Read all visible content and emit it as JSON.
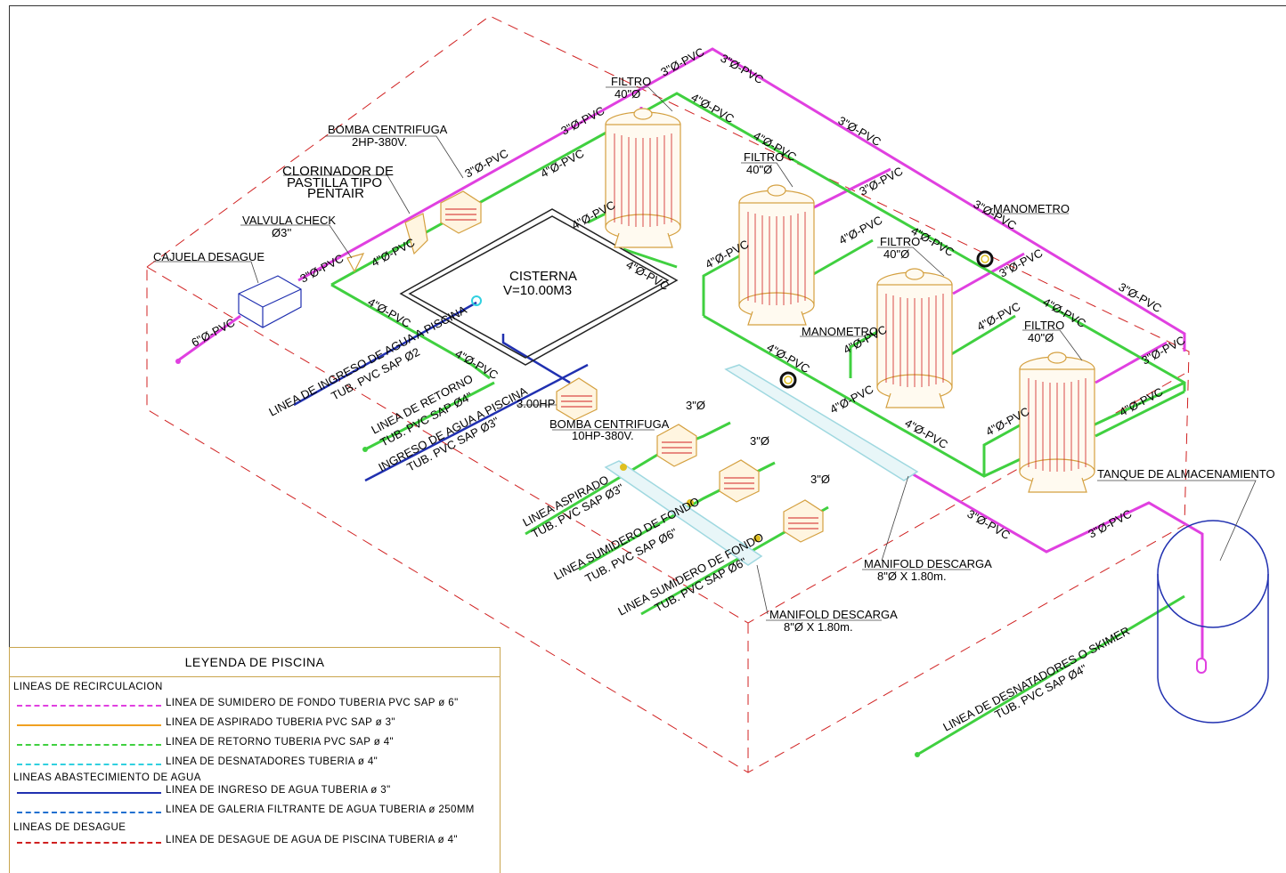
{
  "labels": {
    "filtro1": "FILTRO",
    "filtro1_size": "40\"Ø",
    "filtro2": "FILTRO",
    "filtro2_size": "40\"Ø",
    "filtro3": "FILTRO",
    "filtro3_size": "40\"Ø",
    "filtro4": "FILTRO",
    "filtro4_size": "40\"Ø",
    "bomba_small": "BOMBA CENTRIFUGA",
    "bomba_small_spec": "2HP-380V.",
    "clorinador_1": "CLORINADOR DE",
    "clorinador_2": "PASTILLA TIPO",
    "clorinador_3": "PENTAIR",
    "valvula": "VALVULA CHECK",
    "valvula_size": "Ø3''",
    "cajuela": "CAJUELA DESAGUE",
    "cisterna": "CISTERNA",
    "cisterna_vol": "V=10.00M3",
    "manometro1": "MANOMETRO",
    "manometro2": "MANOMETRO",
    "bomba_big": "BOMBA CENTRIFUGA",
    "bomba_big_spec": "10HP-380V.",
    "hp300": "3.00HP",
    "tanque": "TANQUE DE ALMACENAMIENTO",
    "manifold1": "MANIFOLD DESCARGA",
    "manifold1_size": "8\"Ø X 1.80m.",
    "manifold2": "MANIFOLD DESCARGA",
    "manifold2_size": "8\"Ø X 1.80m.",
    "pvc3": "3\"Ø-PVC",
    "pvc4": "4\"Ø-PVC",
    "pvc6": "6\"Ø-PVC",
    "d3": "3\"Ø",
    "ingreso_1": "LINEA DE INGRESO DE AGUA A PISCINA",
    "ingreso_2": "TUB. PVC SAP Ø2",
    "retorno_1": "LINEA DE RETORNO",
    "retorno_2": "TUB. PVC SAP Ø4\"",
    "ingreso3_1": "INGRESO DE AGUA A PISCINA",
    "ingreso3_2": "TUB. PVC SAP Ø3\"",
    "aspirado_1": "LINEA ASPIRADO",
    "aspirado_2": "TUB. PVC SAP Ø3\"",
    "sumidero1_1": "LINEA SUMIDERO DE FONDO",
    "sumidero1_2": "TUB. PVC SAP Ø6\"",
    "sumidero2_1": "LINEA SUMIDERO DE FONDO",
    "sumidero2_2": "TUB. PVC SAP Ø6\"",
    "desnatadores_1": "LINEA DE DESNATADORES O SKIMER",
    "desnatadores_2": "TUB. PVC SAP Ø4\""
  },
  "legend": {
    "title": "LEYENDA DE PISCINA",
    "group1": "LINEAS DE RECIRCULACION",
    "group2": "LINEAS ABASTECIMIENTO DE AGUA",
    "group3": "LINEAS DE DESAGUE",
    "rows": [
      {
        "text": "LINEA DE SUMIDERO DE FONDO TUBERIA PVC SAP ø 6\"",
        "color": "#e040e0",
        "style": "dashdot"
      },
      {
        "text": "LINEA DE ASPIRADO TUBERIA PVC SAP ø 3\"",
        "color": "#f0a020",
        "style": "solid"
      },
      {
        "text": "LINEA DE RETORNO TUBERIA PVC SAP ø 4\"",
        "color": "#40d040",
        "style": "dashdot"
      },
      {
        "text": "LINEA DE DESNATADORES TUBERIA ø 4\"",
        "color": "#30d0e0",
        "style": "dashdot"
      },
      {
        "text": "LINEA DE INGRESO DE AGUA TUBERIA ø 3\"",
        "color": "#2030b0",
        "style": "solid"
      },
      {
        "text": "LINEA DE GALERIA FILTRANTE DE AGUA TUBERIA ø 250MM",
        "color": "#2070d0",
        "style": "dashed"
      },
      {
        "text": "LINEA DE DESAGUE DE AGUA DE PISCINA TUBERIA ø 4\"",
        "color": "#d02020",
        "style": "dashed"
      }
    ]
  },
  "colors": {
    "recirculation": "#e040e0",
    "return": "#40d040",
    "supply": "#2030b0",
    "drain": "#d02020",
    "equipment": "#d4a040",
    "manifold": "#9fd8e0"
  }
}
